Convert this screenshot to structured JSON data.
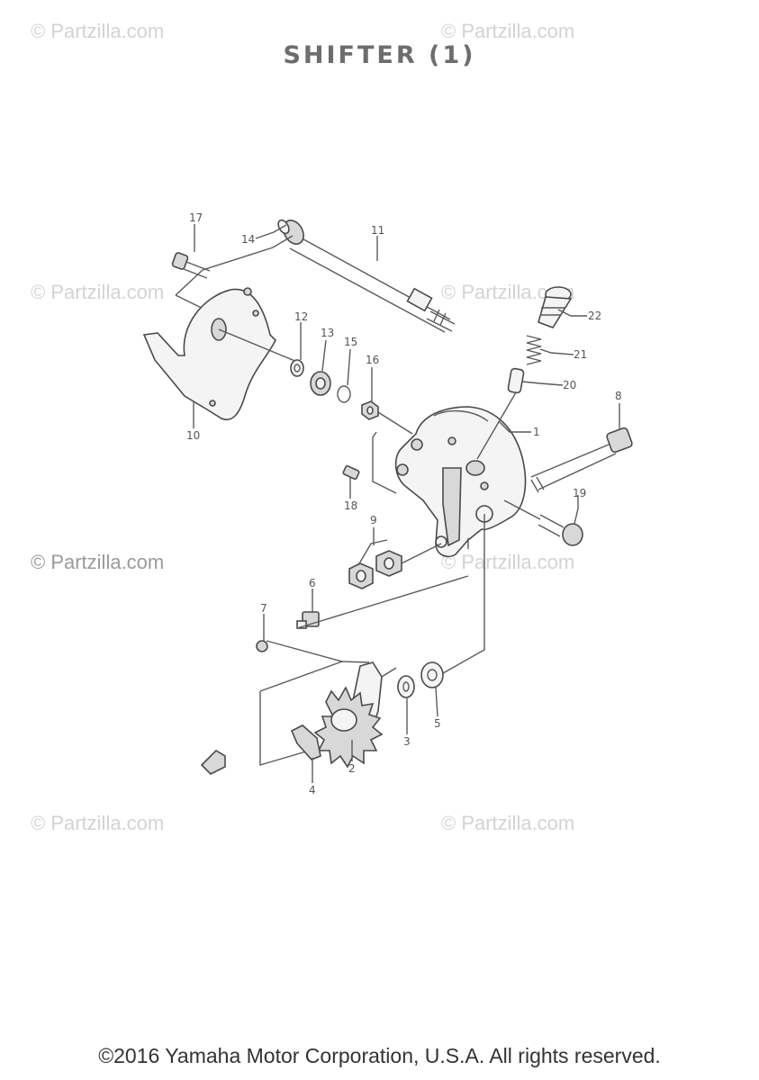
{
  "title": "SHIFTER (1)",
  "watermark": "© Partzilla.com",
  "copyright": "©2016 Yamaha Motor Corporation, U.S.A. All rights reserved.",
  "callouts": {
    "n1": "1",
    "n2": "2",
    "n3": "3",
    "n4": "4",
    "n5": "5",
    "n6": "6",
    "n7": "7",
    "n8": "8",
    "n9": "9",
    "n10": "10",
    "n11": "11",
    "n12": "12",
    "n13": "13",
    "n14": "14",
    "n15": "15",
    "n16": "16",
    "n17": "17",
    "n18": "18",
    "n19": "19",
    "n20": "20",
    "n21": "21",
    "n22": "22"
  }
}
